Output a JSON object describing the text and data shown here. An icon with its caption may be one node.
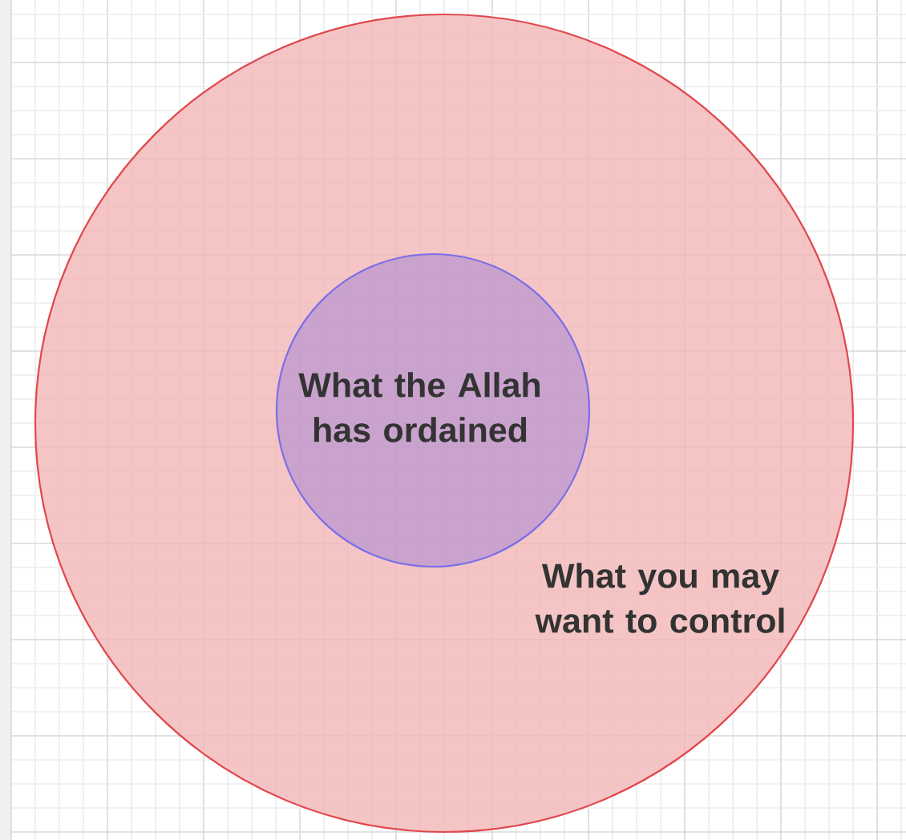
{
  "diagram": {
    "nodes": [
      {
        "text": [
          "What you may want to control"
        ]
      },
      {
        "text": [
          "What the Allah has ordained"
        ],
        "in": 0
      }
    ]
  }
}
